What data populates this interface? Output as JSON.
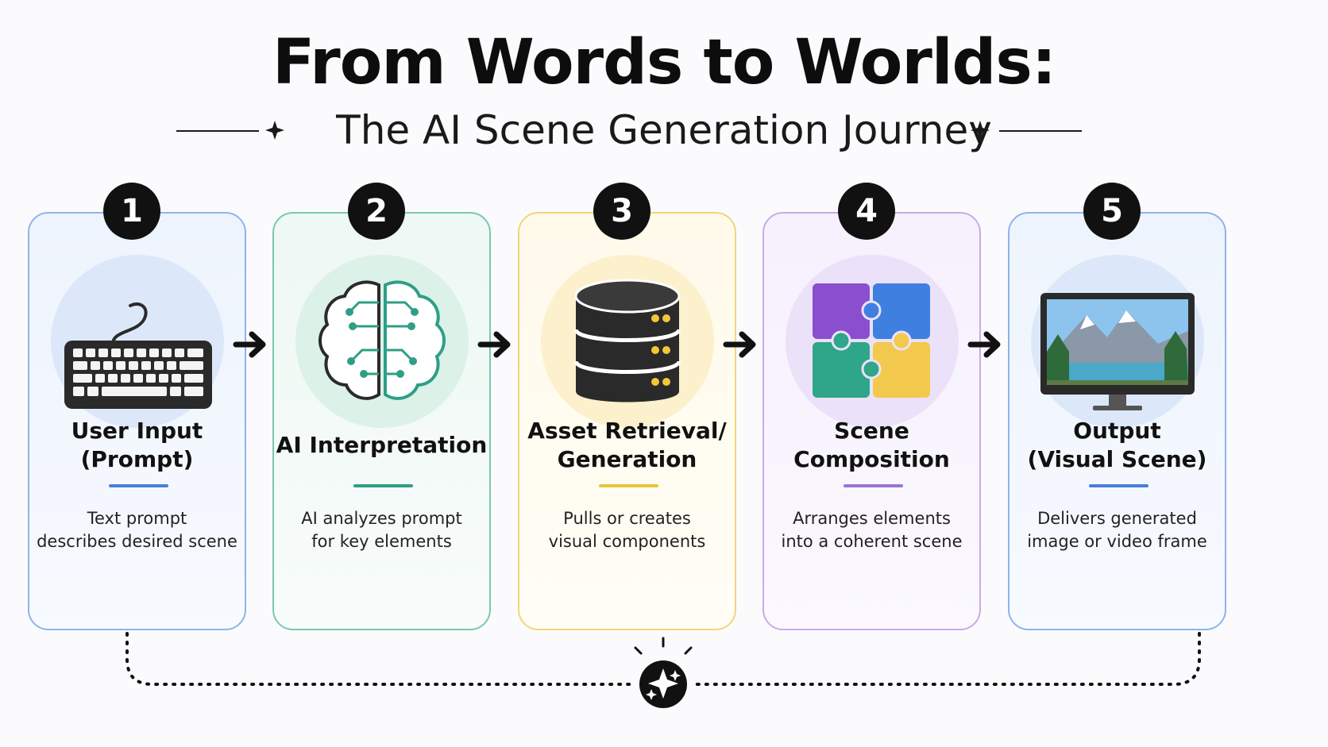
{
  "header": {
    "title": "From Words to Worlds:",
    "subtitle": "The AI Scene Generation Journey"
  },
  "steps": [
    {
      "number": "1",
      "title_line1": "User Input",
      "title_line2": "(Prompt)",
      "desc_line1": "Text prompt",
      "desc_line2": "describes desired scene",
      "accent": "#4a7fd8",
      "icon": "keyboard-icon"
    },
    {
      "number": "2",
      "title_line1": "AI Interpretation",
      "title_line2": "",
      "desc_line1": "AI analyzes prompt",
      "desc_line2": "for key elements",
      "accent": "#2e9f86",
      "icon": "brain-circuit-icon"
    },
    {
      "number": "3",
      "title_line1": "Asset Retrieval/",
      "title_line2": "Generation",
      "desc_line1": "Pulls or creates",
      "desc_line2": "visual components",
      "accent": "#e8c53a",
      "icon": "database-icon"
    },
    {
      "number": "4",
      "title_line1": "Scene",
      "title_line2": "Composition",
      "desc_line1": "Arranges elements",
      "desc_line2": "into a coherent scene",
      "accent": "#9a72d6",
      "icon": "puzzle-icon"
    },
    {
      "number": "5",
      "title_line1": "Output",
      "title_line2": "(Visual Scene)",
      "desc_line1": "Delivers generated",
      "desc_line2": "image or video frame",
      "accent": "#4a7fd8",
      "icon": "monitor-landscape-icon"
    }
  ],
  "colors": {
    "card_borders": [
      "#8fb3ec",
      "#7cc7b0",
      "#f3d57a",
      "#c6ace8",
      "#8fb3ec"
    ],
    "card_backgrounds": [
      "#eef4fd",
      "#eef8f4",
      "#fffaea",
      "#f6f1fd",
      "#eef4fd"
    ],
    "icon_circles": [
      "#dce8fa",
      "#dcf1e8",
      "#fdf0cc",
      "#ebe2f9",
      "#dce8fa"
    ]
  }
}
